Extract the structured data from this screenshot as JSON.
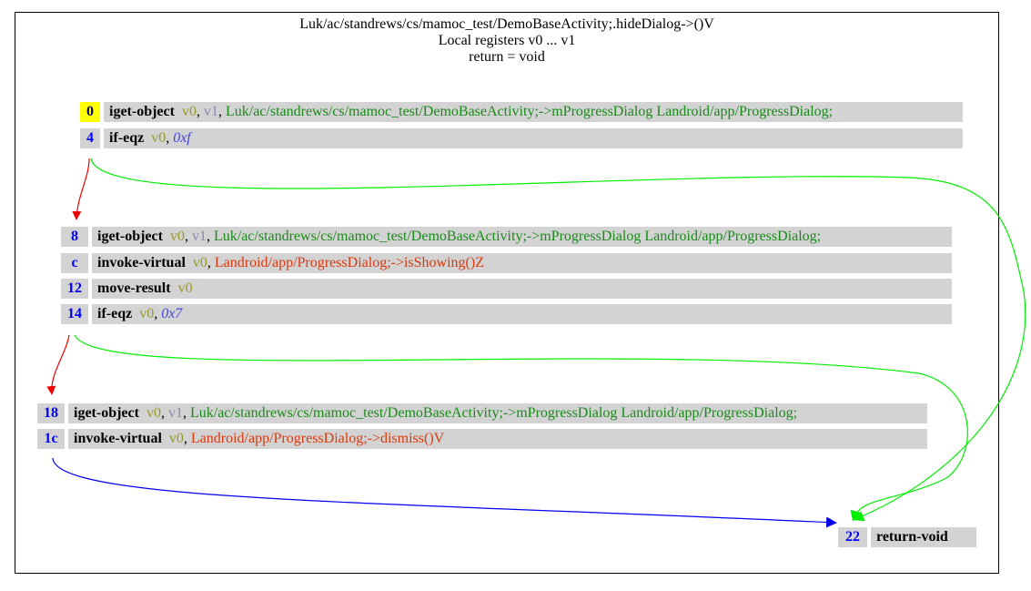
{
  "header": {
    "method": "Luk/ac/standrews/cs/mamoc_test/DemoBaseActivity;.hideDialog->()V",
    "registers": "Local registers v0 ... v1",
    "return": "return = void"
  },
  "colors": {
    "index_bg": "#d3d3d3",
    "index_highlight_bg": "#ffff00",
    "index_text": "#0000ff",
    "register_primary": "#99992c",
    "register_secondary": "#8a8ab0",
    "field_ref": "#1a8a1a",
    "method_ref": "#d93a0f",
    "literal": "#4444dd",
    "edge_true": "#00ee00",
    "edge_false": "#ee0000",
    "edge_fallthrough": "#0000ee"
  },
  "blocks": [
    {
      "id": "block-0",
      "rows": [
        {
          "index": "0",
          "highlight": true,
          "op": "iget-object",
          "r1": "v0",
          "r2": "v1",
          "ref": "Luk/ac/standrews/cs/mamoc_test/DemoBaseActivity;->mProgressDialog Landroid/app/ProgressDialog;"
        },
        {
          "index": "4",
          "op": "if-eqz",
          "r1": "v0",
          "lit": "0xf"
        }
      ]
    },
    {
      "id": "block-8",
      "rows": [
        {
          "index": "8",
          "op": "iget-object",
          "r1": "v0",
          "r2": "v1",
          "ref": "Luk/ac/standrews/cs/mamoc_test/DemoBaseActivity;->mProgressDialog Landroid/app/ProgressDialog;"
        },
        {
          "index": "c",
          "op": "invoke-virtual",
          "r1": "v0",
          "mref": "Landroid/app/ProgressDialog;->isShowing()Z"
        },
        {
          "index": "12",
          "op": "move-result",
          "r1": "v0"
        },
        {
          "index": "14",
          "op": "if-eqz",
          "r1": "v0",
          "lit": "0x7"
        }
      ]
    },
    {
      "id": "block-18",
      "rows": [
        {
          "index": "18",
          "op": "iget-object",
          "r1": "v0",
          "r2": "v1",
          "ref": "Luk/ac/standrews/cs/mamoc_test/DemoBaseActivity;->mProgressDialog Landroid/app/ProgressDialog;"
        },
        {
          "index": "1c",
          "op": "invoke-virtual",
          "r1": "v0",
          "mref": "Landroid/app/ProgressDialog;->dismiss()V"
        }
      ]
    },
    {
      "id": "block-22",
      "rows": [
        {
          "index": "22",
          "op": "return-void"
        }
      ]
    }
  ],
  "edges": [
    {
      "from": "4",
      "to": "8",
      "kind": "false"
    },
    {
      "from": "4",
      "to": "22",
      "kind": "true"
    },
    {
      "from": "14",
      "to": "18",
      "kind": "false"
    },
    {
      "from": "14",
      "to": "22",
      "kind": "true"
    },
    {
      "from": "1c",
      "to": "22",
      "kind": "fallthrough"
    }
  ]
}
